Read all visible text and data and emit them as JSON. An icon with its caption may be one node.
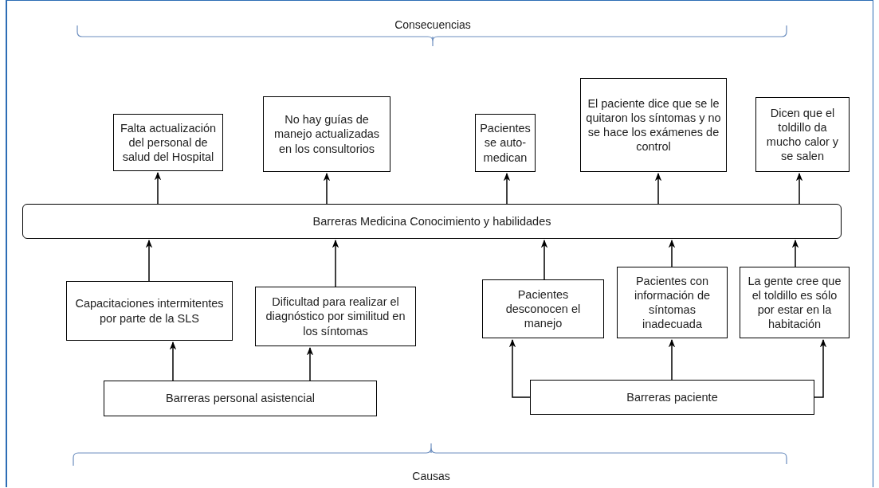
{
  "diagram": {
    "nodes": [
      {
        "text": [
          "Falta actualización del personal de salud del Hospital"
        ]
      },
      {
        "text": [
          "No hay guías de manejo actualizadas en los consultorios"
        ]
      },
      {
        "text": [
          "Pacientes se auto-medican"
        ]
      },
      {
        "text": [
          "El paciente dice que se le quitaron los síntomas y no se hace los exámenes de control"
        ]
      },
      {
        "text": [
          "Dicen que el toldillo da mucho calor y se salen"
        ]
      },
      {
        "text": [
          "Barreras Medicina Conocimiento y habilidades"
        ]
      },
      {
        "text": [
          "Capacitaciones intermitentes por parte de la SLS"
        ]
      },
      {
        "text": [
          "Dificultad para realizar el diagnóstico por similitud en los síntomas"
        ]
      },
      {
        "text": [
          "Pacientes desconocen el manejo"
        ]
      },
      {
        "text": [
          "Pacientes con información de síntomas inadecuada"
        ]
      },
      {
        "text": [
          "La gente cree que el toldillo es sólo por estar en la habitación"
        ]
      },
      {
        "text": [
          "Barreras personal asistencial"
        ]
      },
      {
        "text": [
          "Barreras paciente"
        ]
      }
    ],
    "edges": [
      {
        "from": 5,
        "to": 0,
        "arrow": "to"
      },
      {
        "from": 5,
        "to": 1,
        "arrow": "to"
      },
      {
        "from": 5,
        "to": 2,
        "arrow": "to"
      },
      {
        "from": 5,
        "to": 3,
        "arrow": "to"
      },
      {
        "from": 5,
        "to": 4,
        "arrow": "to"
      },
      {
        "from": 6,
        "to": 5,
        "arrow": "to"
      },
      {
        "from": 7,
        "to": 5,
        "arrow": "to"
      },
      {
        "from": 8,
        "to": 5,
        "arrow": "to"
      },
      {
        "from": 9,
        "to": 5,
        "arrow": "to"
      },
      {
        "from": 10,
        "to": 5,
        "arrow": "to"
      },
      {
        "from": 11,
        "to": 6,
        "arrow": "to"
      },
      {
        "from": 11,
        "to": 7,
        "arrow": "to"
      },
      {
        "from": 12,
        "to": 8,
        "arrow": "to"
      },
      {
        "from": 12,
        "to": 9,
        "arrow": "to"
      },
      {
        "from": 12,
        "to": 10,
        "arrow": "to"
      }
    ],
    "labels": [
      "Consecuencias",
      "Causas"
    ]
  }
}
